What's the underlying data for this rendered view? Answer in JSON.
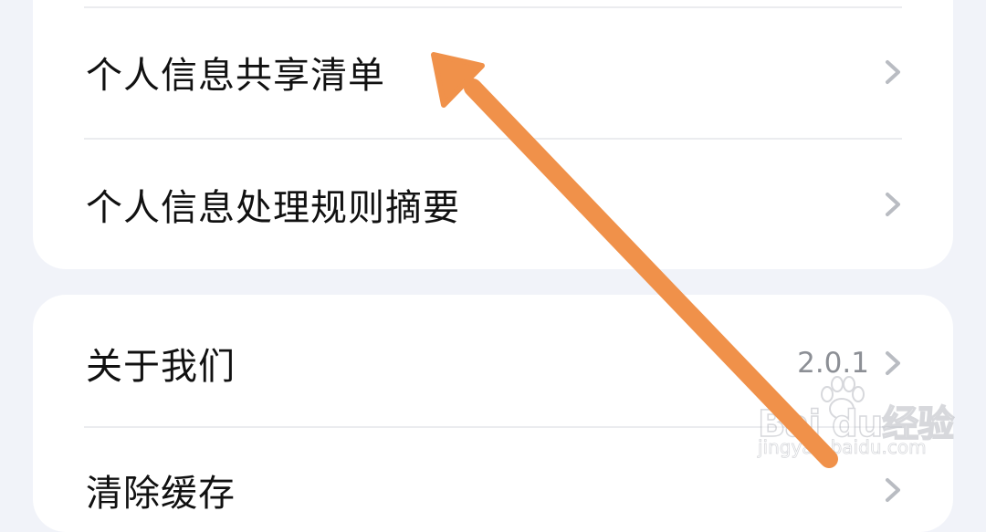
{
  "top_section": {
    "items": [
      {
        "label": "个人信息共享清单"
      },
      {
        "label": "个人信息处理规则摘要"
      }
    ]
  },
  "bottom_section": {
    "items": [
      {
        "label": "关于我们",
        "value": "2.0.1"
      },
      {
        "label": "清除缓存"
      }
    ]
  },
  "watermark": {
    "brand": "Bai  du经验",
    "url": "jingyan.baidu.com"
  },
  "colors": {
    "background": "#f1f3f9",
    "card": "#ffffff",
    "text": "#111111",
    "muted": "#8c8f95",
    "chevron": "#b9bcc2",
    "annotation_arrow": "#f0914a"
  },
  "icons": {
    "row_chevron": "chevron-right-icon",
    "annotation": "arrow-annotation-icon",
    "watermark_logo": "paw-icon"
  }
}
